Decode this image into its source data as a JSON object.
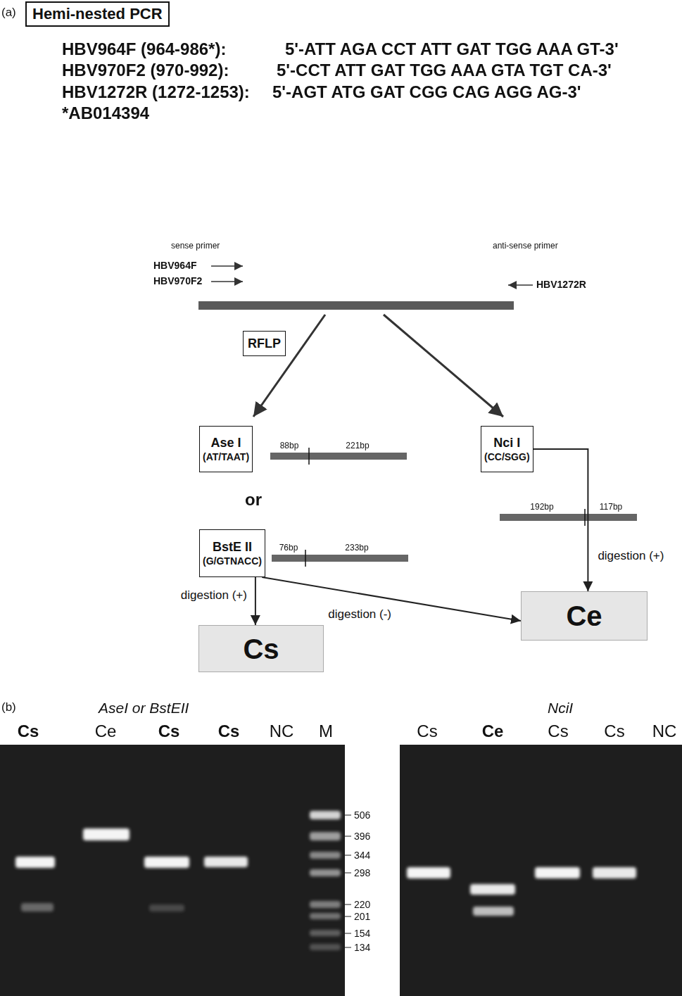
{
  "diagram": {
    "nodes": [
      {
        "text": [
          "Hemi-nested PCR"
        ]
      },
      {
        "text": [
          "RFLP"
        ]
      },
      {
        "text": [
          "Ase I",
          "(AT/TAAT)"
        ]
      },
      {
        "text": [
          "Nci I",
          "(CC/SGG)"
        ]
      },
      {
        "text": [
          "BstE II",
          "(G/GTNACC)"
        ]
      },
      {
        "text": [
          "Cs"
        ]
      },
      {
        "text": [
          "Ce"
        ]
      }
    ],
    "edges": [
      {
        "from": 4,
        "to": 5,
        "arrow": "to",
        "label": "digestion (+)"
      },
      {
        "from": 4,
        "to": 6,
        "arrow": "to",
        "label": "digestion (-)"
      },
      {
        "from": 3,
        "to": 6,
        "arrow": "to",
        "label": "digestion (+)"
      }
    ],
    "labels": [
      "(a)",
      "HBV964F (964-986*):",
      "5'-ATT AGA CCT ATT GAT TGG AAA GT-3'",
      "HBV970F2 (970-992):",
      "5'-CCT ATT GAT TGG AAA GTA TGT CA-3'",
      "HBV1272R (1272-1253):",
      "5'-AGT ATG GAT CGG CAG AGG AG-3'",
      "*AB014394",
      "sense primer",
      "anti-sense primer",
      "HBV964F",
      "HBV970F2",
      "HBV1272R",
      "88bp",
      "221bp",
      "or",
      "76bp",
      "233bp",
      "192bp",
      "117bp",
      "(b)",
      "AseI or BstEII",
      "NciI",
      "Cs",
      "Ce",
      "Cs",
      "Cs",
      "NC",
      "M",
      "Cs",
      "Ce",
      "Cs",
      "Cs",
      "NC",
      "506",
      "396",
      "344",
      "298",
      "220",
      "201",
      "154",
      "134"
    ]
  }
}
